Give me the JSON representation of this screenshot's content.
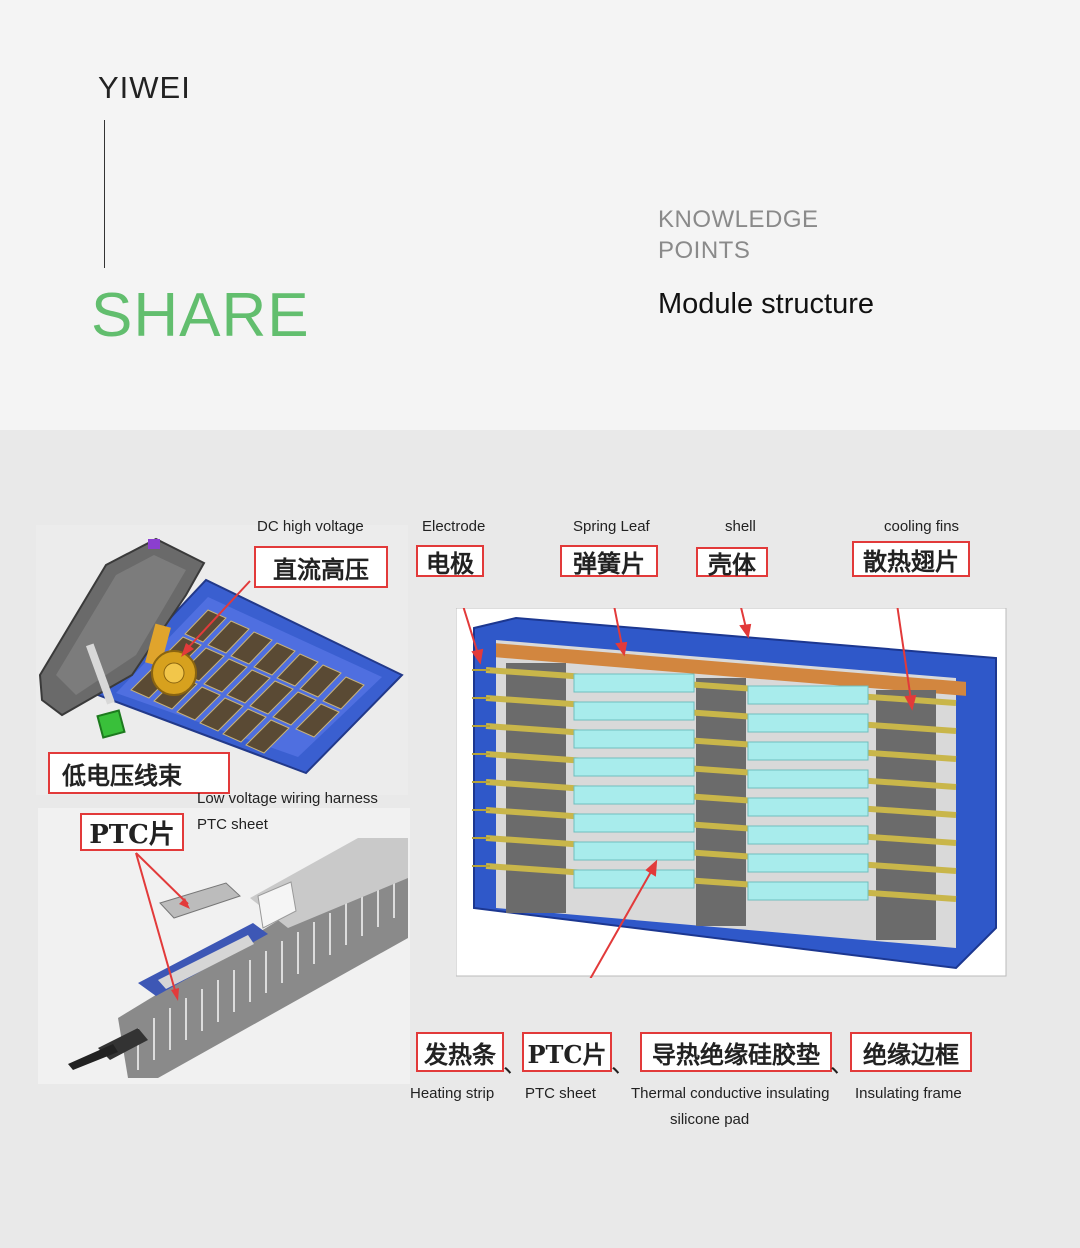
{
  "header": {
    "brand": "YIWEI",
    "share": "SHARE",
    "knowledge_line1": "KNOWLEDGE",
    "knowledge_line2": "POINTS",
    "subtitle": "Module structure"
  },
  "colors": {
    "accent_green": "#62be6e",
    "annotation_red": "#e23a3a",
    "frame_blue": "#3a5fd0"
  },
  "diagram": {
    "captions": {
      "dc_high_voltage": "DC high voltage",
      "electrode": "Electrode",
      "spring_leaf": "Spring Leaf",
      "shell": "shell",
      "cooling_fins": "cooling fins",
      "low_voltage_harness": "Low voltage wiring harness",
      "ptc_sheet_left": "PTC sheet",
      "heating_strip": "Heating strip",
      "ptc_sheet_bottom": "PTC sheet",
      "thermal_pad_line1": "Thermal conductive insulating",
      "thermal_pad_line2": "silicone pad",
      "insulating_frame": "Insulating frame"
    },
    "cn_labels": {
      "dc_high_voltage": "直流高压",
      "electrode": "电极",
      "spring_leaf": "弹簧片",
      "shell": "壳体",
      "cooling_fins": "散热翅片",
      "low_voltage_harness": "低电压线束",
      "ptc_left": "PTC片",
      "heating_strip": "发热条",
      "ptc_bottom": "PTC片",
      "thermal_pad": "导热绝缘硅胶垫",
      "insulating_frame": "绝缘边框",
      "separator": "、"
    }
  }
}
